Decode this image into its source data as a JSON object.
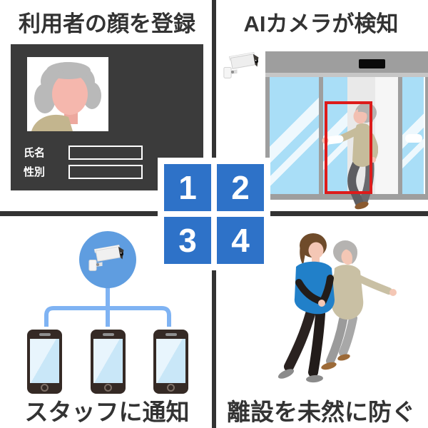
{
  "colors": {
    "accent_blue": "#2e72c8",
    "notify_circle_blue": "#5f9de0",
    "connector_blue": "#7fb3f3",
    "divider": "#333333",
    "card_bg": "#3b3b3b",
    "detection_red": "#dd1b1b",
    "glass_blue": "#a9def7",
    "text": "#333333"
  },
  "steps": [
    "1",
    "2",
    "3",
    "4"
  ],
  "panels": {
    "register": {
      "title": "利用者の顔を登録",
      "name_label": "氏名",
      "gender_label": "性別"
    },
    "detect": {
      "title": "AIカメラが検知"
    },
    "notify": {
      "caption": "スタッフに通知"
    },
    "prevent": {
      "caption": "離設を未然に防ぐ"
    }
  }
}
